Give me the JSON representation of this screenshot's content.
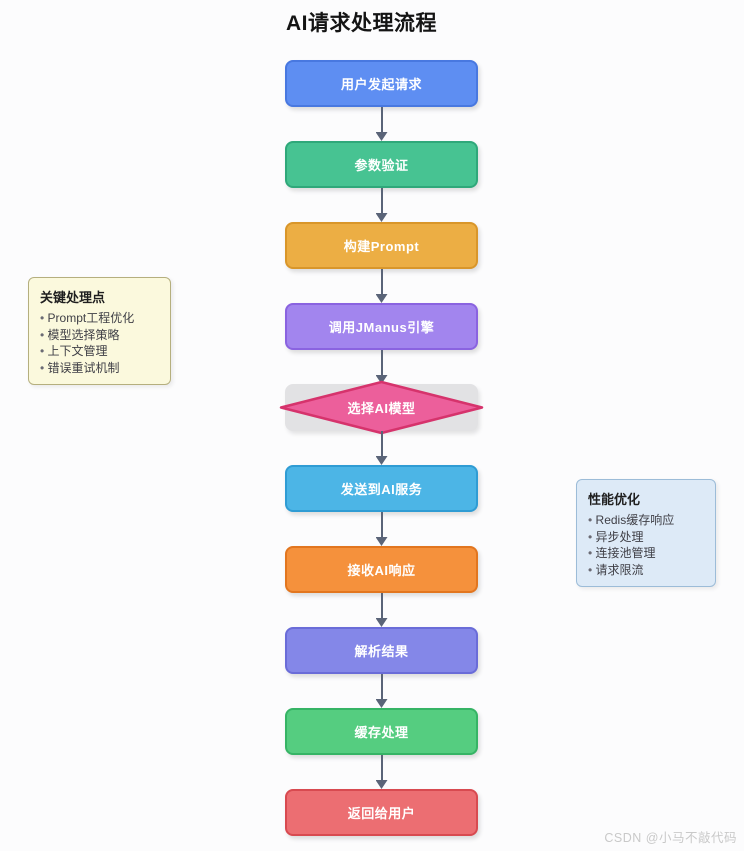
{
  "title": "AI请求处理流程",
  "flow": {
    "arrow_color": "#5a6478",
    "nodes": [
      {
        "label": "用户发起请求",
        "shape": "rect",
        "fill": "#5e8ef2",
        "border": "#4878e0"
      },
      {
        "label": "参数验证",
        "shape": "rect",
        "fill": "#47c392",
        "border": "#2fa87a"
      },
      {
        "label": "构建Prompt",
        "shape": "rect",
        "fill": "#ecae44",
        "border": "#d9962a"
      },
      {
        "label": "调用JManus引擎",
        "shape": "rect",
        "fill": "#a285ee",
        "border": "#8a63e0"
      },
      {
        "label": "选择AI模型",
        "shape": "diamond",
        "fill": "#ec5f9b",
        "border": "#d6336c",
        "backdrop": "#e2e2e4"
      },
      {
        "label": "发送到AI服务",
        "shape": "rect",
        "fill": "#4cb5e6",
        "border": "#2f9cd4"
      },
      {
        "label": "接收AI响应",
        "shape": "rect",
        "fill": "#f5913c",
        "border": "#e2761f"
      },
      {
        "label": "解析结果",
        "shape": "rect",
        "fill": "#8487e8",
        "border": "#6a6cd8"
      },
      {
        "label": "缓存处理",
        "shape": "rect",
        "fill": "#55cd80",
        "border": "#36b465"
      },
      {
        "label": "返回给用户",
        "shape": "rect",
        "fill": "#ec6e72",
        "border": "#d84a50"
      }
    ]
  },
  "notes": {
    "left": {
      "title": "关键处理点",
      "items": [
        "Prompt工程优化",
        "模型选择策略",
        "上下文管理",
        "错误重试机制"
      ],
      "bg": "#fbf9dd",
      "border": "#b5af7e"
    },
    "right": {
      "title": "性能优化",
      "items": [
        "Redis缓存响应",
        "异步处理",
        "连接池管理",
        "请求限流"
      ],
      "bg": "#ddeaf7",
      "border": "#9cbcd8"
    }
  },
  "watermark": "CSDN @小马不敲代码"
}
